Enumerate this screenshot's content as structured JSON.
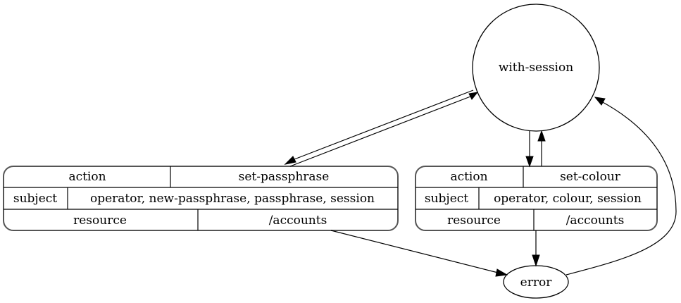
{
  "diagram": {
    "nodes": {
      "with_session": {
        "label": "with-session",
        "shape": "circle"
      },
      "error": {
        "label": "error",
        "shape": "ellipse"
      },
      "set_passphrase": {
        "shape": "record",
        "rows": [
          {
            "key": "action",
            "value": "set-passphrase"
          },
          {
            "key": "subject",
            "value": "operator, new-passphrase, passphrase, session"
          },
          {
            "key": "resource",
            "value": "/accounts"
          }
        ]
      },
      "set_colour": {
        "shape": "record",
        "rows": [
          {
            "key": "action",
            "value": "set-colour"
          },
          {
            "key": "subject",
            "value": "operator, colour, session"
          },
          {
            "key": "resource",
            "value": "/accounts"
          }
        ]
      }
    },
    "edges": [
      {
        "from": "with-session",
        "to": "set-passphrase"
      },
      {
        "from": "set-passphrase",
        "to": "with-session"
      },
      {
        "from": "with-session",
        "to": "set-colour"
      },
      {
        "from": "set-colour",
        "to": "with-session"
      },
      {
        "from": "set-passphrase",
        "to": "error"
      },
      {
        "from": "set-colour",
        "to": "error"
      },
      {
        "from": "error",
        "to": "with-session"
      }
    ],
    "colors": {
      "stroke": "#000000",
      "record_border": "#555555",
      "background": "#ffffff"
    }
  }
}
